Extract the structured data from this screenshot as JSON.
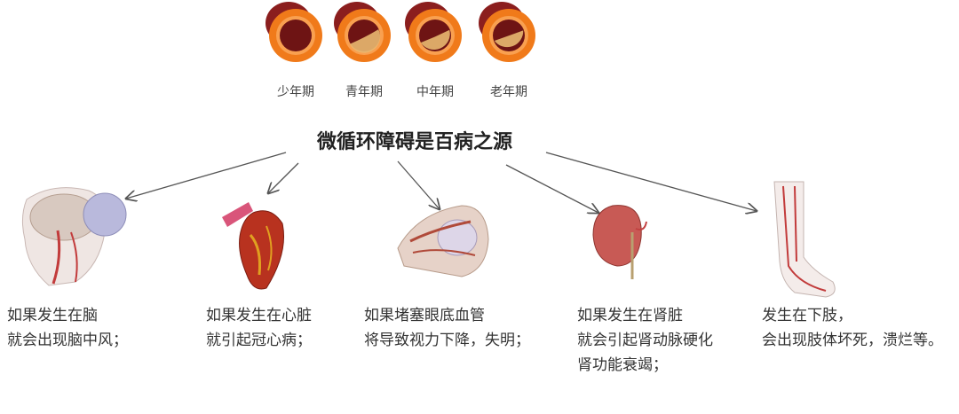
{
  "title": "微循环障碍是百病之源",
  "vessel_stages": [
    {
      "label": "少年期",
      "narrowing": 0
    },
    {
      "label": "青年期",
      "narrowing": 0.1
    },
    {
      "label": "中年期",
      "narrowing": 0.25
    },
    {
      "label": "老年期",
      "narrowing": 0.45
    }
  ],
  "organs": [
    {
      "name": "brain",
      "lines": [
        "如果发生在脑",
        "就会出现脑中风；"
      ]
    },
    {
      "name": "heart",
      "lines": [
        "如果发生在心脏",
        "就引起冠心病；"
      ]
    },
    {
      "name": "eye",
      "lines": [
        "如果堵塞眼底血管",
        "将导致视力下降，失明；"
      ]
    },
    {
      "name": "kidney",
      "lines": [
        "如果发生在肾脏",
        "就会引起肾动脉硬化",
        "肾功能衰竭；"
      ]
    },
    {
      "name": "leg",
      "lines": [
        "发生在下肢，",
        "会出现肢体坏死，溃烂等。"
      ]
    }
  ],
  "colors": {
    "vessel_outer": "#8b1e1e",
    "vessel_ring": "#f07a1a",
    "arrow": "#555555"
  }
}
